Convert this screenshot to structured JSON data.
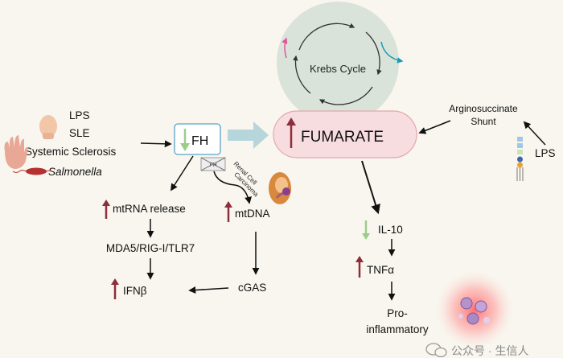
{
  "krebs": {
    "label": "Krebs Cycle"
  },
  "fumarate": {
    "label": "FUMARATE"
  },
  "fh": {
    "label": "FH",
    "mutant_label": "FH"
  },
  "triggers": {
    "lps": "LPS",
    "sle": "SLE",
    "ssc": "Systemic Sclerosis",
    "salmonella": "Salmonella"
  },
  "shunt": {
    "line1": "Arginosuccinate",
    "line2": "Shunt",
    "lps": "LPS"
  },
  "renal": {
    "line1": "Renal Cell",
    "line2": "Carcinoma"
  },
  "left_path": {
    "mtrna": "mtRNA release",
    "sensors": "MDA5/RIG-I/TLR7",
    "ifn": "IFNβ"
  },
  "mid_path": {
    "mtdna": "mtDNA",
    "cgas": "cGAS"
  },
  "right_path": {
    "il10": "IL-10",
    "tnf": "TNFα",
    "pro1": "Pro-",
    "pro2": "inflammatory"
  },
  "watermark": {
    "text": "公众号 · 生信人"
  },
  "colors": {
    "up_arrow": "#8e2d3b",
    "down_arrow": "#9ccc8c",
    "fumarate_fill": "#f7dde0",
    "fumarate_stroke": "#e4a6ad",
    "krebs_fill": "#d9e3d9",
    "fh_stroke": "#5aa3c7",
    "flow_arrow": "#b6d6dc"
  }
}
